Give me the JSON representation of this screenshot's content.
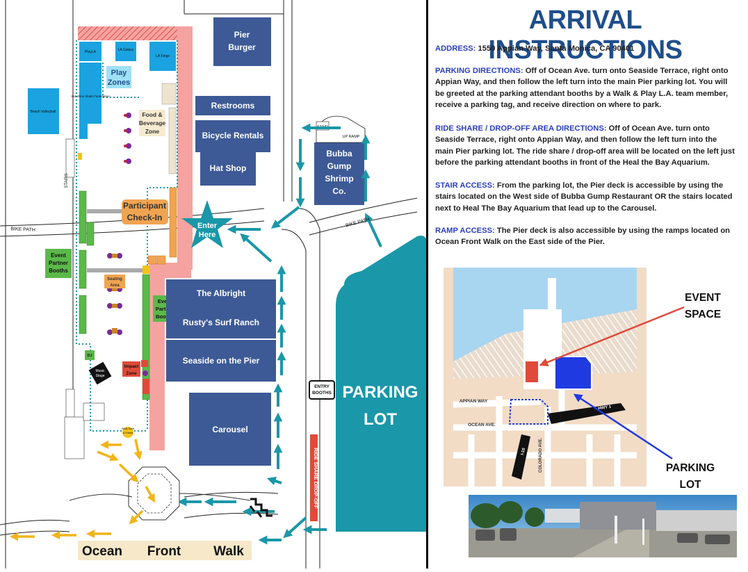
{
  "map": {
    "buildings": {
      "pier_burger": "Pier Burger",
      "restrooms": "Restrooms",
      "bicycle_rentals": "Bicycle Rentals",
      "hat_shop": "Hat Shop",
      "bubba_gump": "Bubba Gump Shrimp Co.",
      "the_albright": "The Albright",
      "rustys": "Rusty's Surf Ranch",
      "seaside": "Seaside on the Pier",
      "carousel": "Carousel"
    },
    "zones": {
      "play_zones": "Play Zones",
      "food_beverage": "Food & Beverage Zone",
      "participant_checkin": "Participant Check-In",
      "enter_here": "Enter Here",
      "event_partner_booths_left": "Event Partner Booths",
      "event_partner_booths_mid": "Event Partner Booths",
      "seating_area": "Seating Area",
      "impact_zone": "Impact Zone",
      "beach_volleyball": "Beach Volleyball",
      "playla": "PlayLA",
      "la_galaxy": "LA Galaxy",
      "la_kings": "LA Kings",
      "sunshine": "Sunshine Skate Foundation",
      "dj": "DJ",
      "music_stage": "Music Stage",
      "walk_start": "Walk Start & Finish"
    },
    "labels": {
      "parking_lot": "PARKING LOT",
      "entry_booths": "ENTRY BOOTHS",
      "ride_share": "RIDE SHARE DROP-OFF",
      "ocean": "Ocean",
      "front": "Front",
      "walk": "Walk",
      "bike_path_left": "BIKE PATH",
      "bike_path_right": "BIKE PATH",
      "stair": "STAIR",
      "up_ramp": "UP RAMP",
      "stairs_vertical": "STAIRS"
    }
  },
  "info": {
    "title": "ARRIVAL INSTRUCTIONS",
    "address_label": "ADDRESS:",
    "address_text": " 1550 Appian Way, Santa Monica, CA 90401",
    "parking_label": "PARKING DIRECTIONS:",
    "parking_text": " Off of Ocean Ave. turn onto Seaside Terrace, right onto Appian Way, and then follow the left turn into the main Pier parking lot. You will be greeted at the parking attendant booths by a Walk & Play L.A. team member, receive a parking tag, and receive direction on where to park.",
    "rideshare_label": "RIDE SHARE / DROP-OFF AREA DIRECTIONS:",
    "rideshare_text": " Off of Ocean Ave. turn onto Seaside Terrace, right onto Appian Way, and then follow the left turn into the main Pier parking lot. The ride share / drop-off area will be located on the left just before the parking attendant booths in front of the Heal the Bay Aquarium.",
    "stair_label": "STAIR ACCESS:",
    "stair_text": " From the parking lot, the Pier deck is accessible by using the stairs located on the West side of Bubba Gump Restaurant OR the stairs located next to Heal The Bay Aquarium that lead up to the Carousel.",
    "ramp_label": "RAMP ACCESS:",
    "ramp_text": " The Pier deck is also accessible by using the ramps located on Ocean Front Walk on the East side of the Pier.",
    "inset": {
      "event_space_1": "EVENT",
      "event_space_2": "SPACE",
      "parking_lot_1": "PARKING",
      "parking_lot_2": "LOT",
      "appian_way": "APPIAN WAY",
      "ocean_ave": "OCEAN AVE.",
      "colorado_ave": "COLORADO AVE.",
      "hwy1": "HWY 1",
      "i10": "I-10"
    },
    "colors": {
      "title": "#1f4e8c",
      "label_blue": "#2a3fc0",
      "teal": "#1a97a8",
      "building_blue": "#3d5a96",
      "zone_blue": "#1aa3e0",
      "walkway_pink": "#f5a3a0",
      "booth_green": "#5cb84a",
      "checkin_orange": "#f0a451",
      "event_red": "#e04a3a",
      "parking_blue": "#1f3ae0"
    }
  }
}
